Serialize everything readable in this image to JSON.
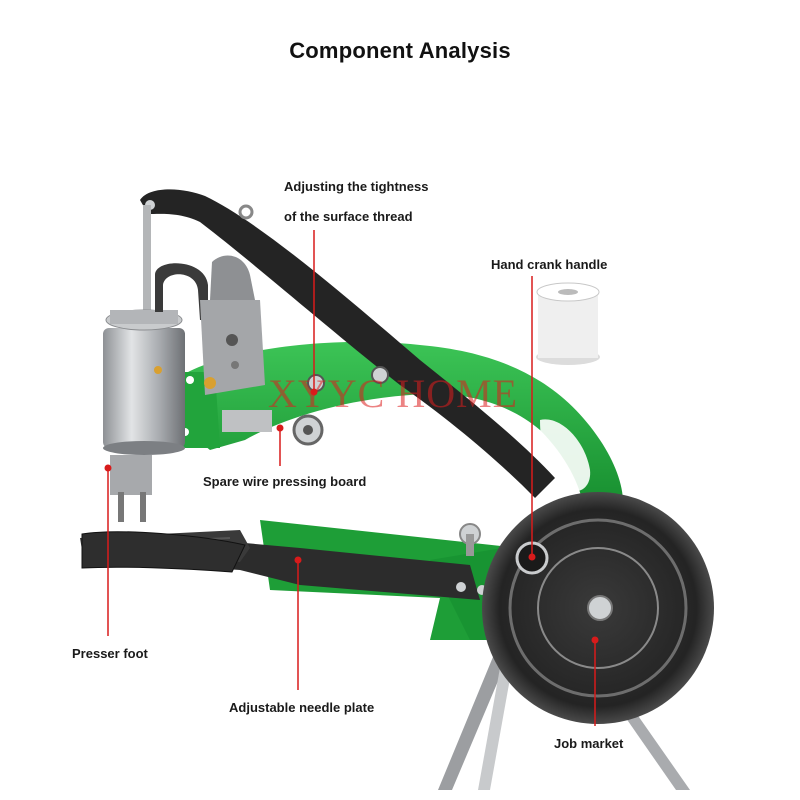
{
  "title": "Component Analysis",
  "watermark": "XYYC  HOME",
  "labels": {
    "tightness_line1": "Adjusting the tightness",
    "tightness_line2": "of the surface thread",
    "hand_crank": "Hand crank handle",
    "spare_wire": "Spare wire pressing board",
    "presser_foot": "Presser foot",
    "needle_plate": "Adjustable needle plate",
    "job_market": "Job market"
  },
  "colors": {
    "machine_green": "#1fa83a",
    "arm_dark": "#2b2b2b",
    "steel": "#b9bcbf",
    "pointer_red": "#d81b1b"
  }
}
